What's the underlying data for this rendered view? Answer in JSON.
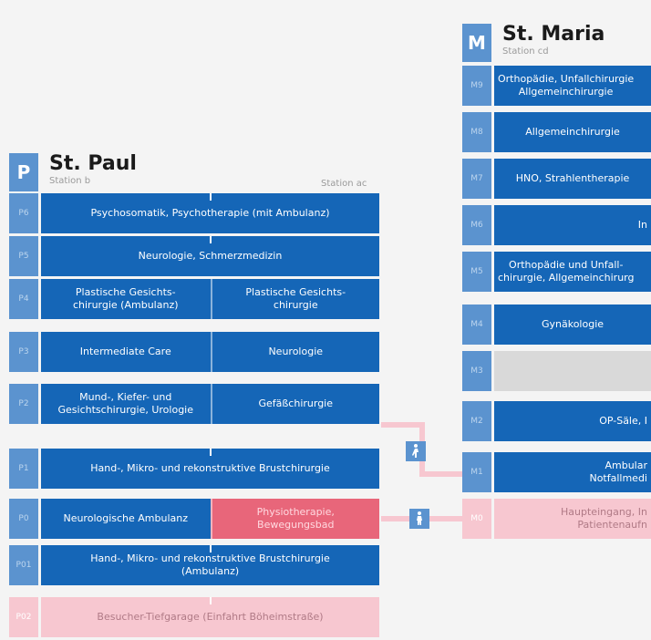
{
  "st_paul": {
    "badge": "P",
    "name": "St. Paul",
    "station_left": "Station b",
    "station_right": "Station ac",
    "floors": [
      {
        "code": "P6",
        "cells": [
          "Psychosomatik, Psychotherapie (mit Ambulanz)"
        ]
      },
      {
        "code": "P5",
        "cells": [
          "Neurologie, Schmerzmedizin"
        ]
      },
      {
        "code": "P4",
        "cells": [
          "Plastische Gesichts-\nchirurgie (Ambulanz)",
          "Plastische Gesichts-\nchirurgie"
        ]
      },
      {
        "code": "P3",
        "cells": [
          "Intermediate Care",
          "Neurologie"
        ]
      },
      {
        "code": "P2",
        "cells": [
          "Mund-, Kiefer- und\nGesichtschirurgie, Urologie",
          "Gefäßchirurgie"
        ]
      },
      {
        "code": "P1",
        "cells": [
          "Hand-, Mikro- und rekonstruktive Brustchirurgie"
        ]
      },
      {
        "code": "P0",
        "cells": [
          "Neurologische Ambulanz",
          "Physiotherapie,\nBewegungsbad"
        ]
      },
      {
        "code": "P01",
        "cells": [
          "Hand-, Mikro- und rekonstruktive Brustchirurgie\n(Ambulanz)"
        ]
      },
      {
        "code": "P02",
        "cells": [
          "Besucher-Tiefgarage (Einfahrt Böheimstraße)"
        ]
      }
    ]
  },
  "st_maria": {
    "badge": "M",
    "name": "St. Maria",
    "station_left": "Station cd",
    "floors": [
      {
        "code": "M9",
        "cells": [
          "Orthopädie, Unfallchirurgie\nAllgemeinchirurgie"
        ]
      },
      {
        "code": "M8",
        "cells": [
          "Allgemeinchirurgie"
        ]
      },
      {
        "code": "M7",
        "cells": [
          "HNO, Strahlentherapie"
        ]
      },
      {
        "code": "M6",
        "cells": [
          "In"
        ]
      },
      {
        "code": "M5",
        "cells": [
          "Orthopädie und Unfall-\nchirurgie, Allgemeinchirurg"
        ]
      },
      {
        "code": "M4",
        "cells": [
          "Gynäkologie"
        ]
      },
      {
        "code": "M3",
        "cells": [
          ""
        ]
      },
      {
        "code": "M2",
        "cells": [
          "OP-Säle, I"
        ]
      },
      {
        "code": "M1",
        "cells": [
          "Ambular\nNotfallmedi"
        ]
      },
      {
        "code": "M0",
        "cells": [
          "Haupteingang, In\nPatientenaufn"
        ]
      }
    ]
  },
  "icons": {
    "upper": "walking-person-icon",
    "lower": "walking-person-icon"
  },
  "colors": {
    "floor_blue": "#1566b7",
    "code_blue": "#5b93cf",
    "pink_light": "#f7c7d0",
    "pink_strong": "#e8667a",
    "grey": "#d9d9d9"
  }
}
